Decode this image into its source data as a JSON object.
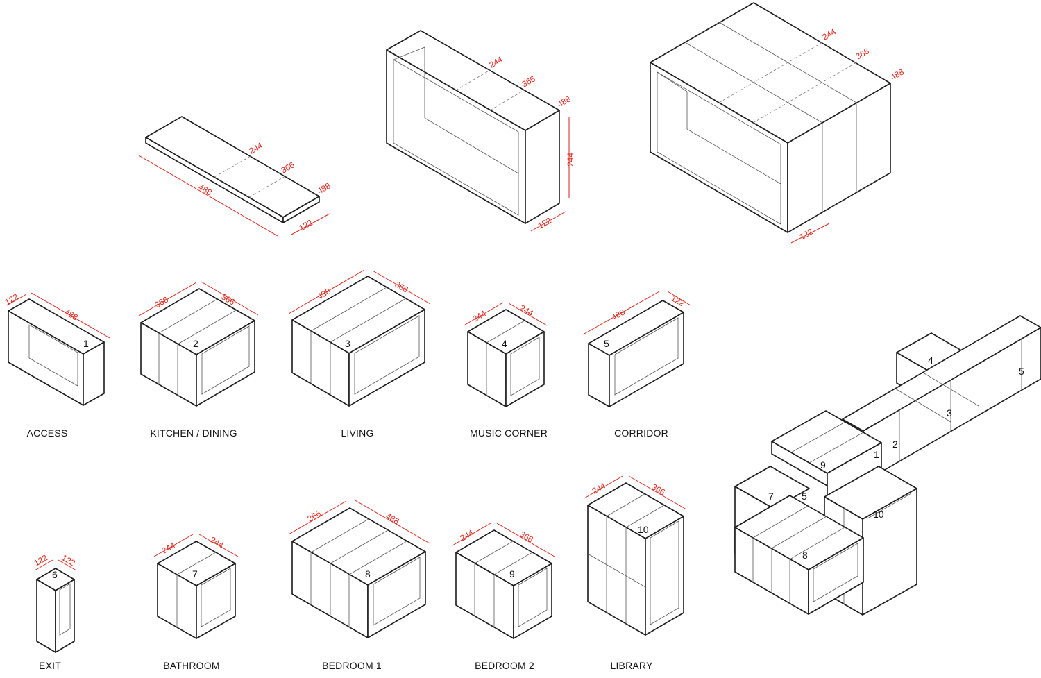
{
  "colors": {
    "line": "#1a1a1a",
    "dimension": "#d9261c"
  },
  "top_row": {
    "panel": {
      "dims": [
        "244",
        "366",
        "488",
        "488",
        "122"
      ]
    },
    "shelf_unit": {
      "dims": [
        "244",
        "366",
        "488",
        "244",
        "122"
      ]
    },
    "wide_unit": {
      "dims": [
        "244",
        "366",
        "488",
        "122"
      ]
    }
  },
  "modules": [
    {
      "number": "1",
      "label": "ACCESS",
      "dim_a": "122",
      "dim_b": "488"
    },
    {
      "number": "2",
      "label": "KITCHEN / DINING",
      "dim_a": "366",
      "dim_b": "366"
    },
    {
      "number": "3",
      "label": "LIVING",
      "dim_a": "488",
      "dim_b": "366"
    },
    {
      "number": "4",
      "label": "MUSIC CORNER",
      "dim_a": "244",
      "dim_b": "244"
    },
    {
      "number": "5",
      "label": "CORRIDOR",
      "dim_a": "488",
      "dim_b": "122"
    },
    {
      "number": "6",
      "label": "EXIT",
      "dim_a": "122",
      "dim_b": "122"
    },
    {
      "number": "7",
      "label": "BATHROOM",
      "dim_a": "244",
      "dim_b": "244"
    },
    {
      "number": "8",
      "label": "BEDROOM 1",
      "dim_a": "366",
      "dim_b": "488"
    },
    {
      "number": "9",
      "label": "BEDROOM 2",
      "dim_a": "244",
      "dim_b": "366"
    },
    {
      "number": "10",
      "label": "LIBRARY",
      "dim_a": "244",
      "dim_b": "366"
    }
  ],
  "assembly": {
    "numbers": [
      "4",
      "5",
      "3",
      "2",
      "1",
      "9",
      "7",
      "5",
      "10",
      "8"
    ]
  }
}
